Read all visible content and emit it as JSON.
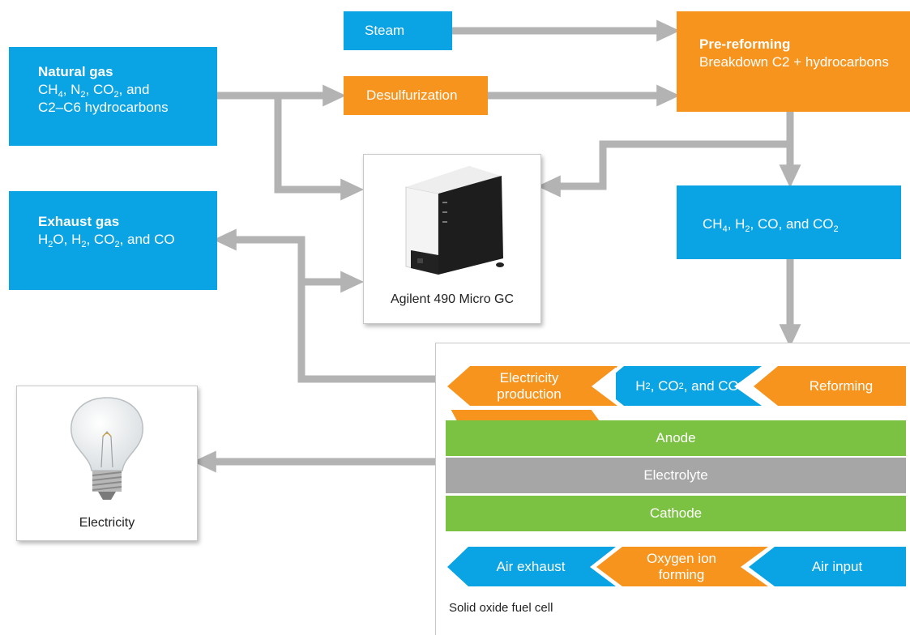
{
  "colors": {
    "blue": "#0aa3e3",
    "orange": "#f7941e",
    "green": "#7cc242",
    "gray": "#a6a6a6",
    "arrow": "#b3b3b3"
  },
  "natural_gas": {
    "title": "Natural gas",
    "line1_prefix": "CH",
    "line1_rest": ", and",
    "line2": "C2–C6 hydrocarbons"
  },
  "exhaust_gas": {
    "title": "Exhaust gas",
    "line": "H₂O, H₂, CO₂, and CO"
  },
  "steam": {
    "label": "Steam"
  },
  "desulfurization": {
    "label": "Desulfurization"
  },
  "pre_reforming": {
    "title": "Pre-reforming",
    "subtitle": "Breakdown C2 + hydrocarbons"
  },
  "reformed_gas": {
    "label": "CH₄, H₂, CO, and CO₂"
  },
  "micro_gc": {
    "caption": "Agilent 490 Micro GC"
  },
  "electricity": {
    "caption": "Electricity"
  },
  "fuel_cell": {
    "caption": "Solid oxide fuel cell",
    "top_row": [
      "Electricity production",
      "H₂, CO₂, and CO",
      "Reforming"
    ],
    "layers": [
      "Anode",
      "Electrolyte",
      "Cathode"
    ],
    "bottom_row": [
      "Air exhaust",
      "Oxygen ion forming",
      "Air input"
    ]
  }
}
